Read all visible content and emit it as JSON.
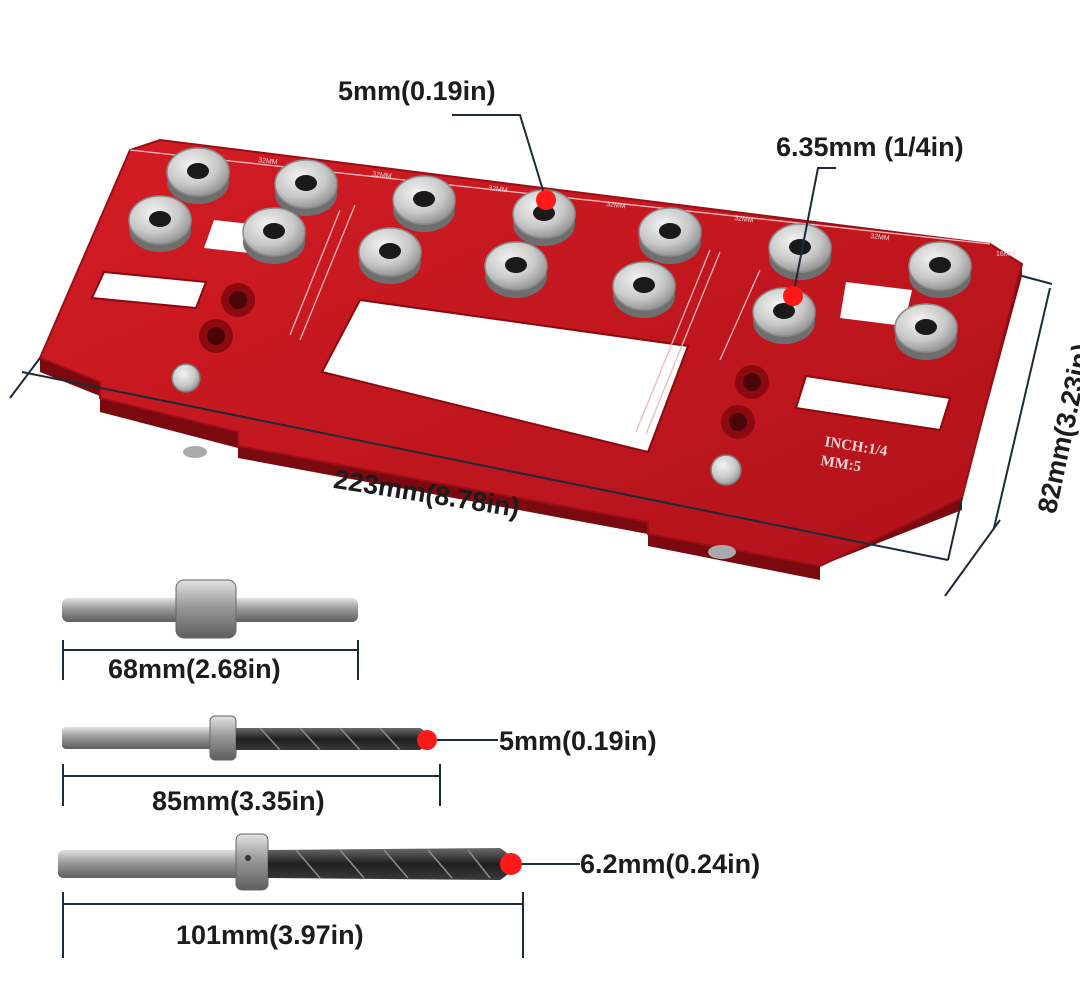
{
  "labels": {
    "hole_5mm": "5mm(0.19in)",
    "hole_635mm": "6.35mm (1/4in)",
    "length": "223mm(8.78in)",
    "width": "82mm(3.23in)",
    "dowel_pin": "68mm(2.68in)",
    "bit1_length": "85mm(3.35in)",
    "bit1_diameter": "5mm(0.19in)",
    "bit2_length": "101mm(3.97in)",
    "bit2_diameter": "6.2mm(0.24in)"
  },
  "jig_engraving": {
    "inch": "INCH:1/4",
    "mm": "MM:5",
    "spacing": "32MM",
    "edge": "16MM"
  },
  "colors": {
    "jig_red": "#c0141c",
    "jig_dark": "#7a0a10",
    "metal": "#c9c9c9",
    "marker": "#ff1a1a"
  }
}
